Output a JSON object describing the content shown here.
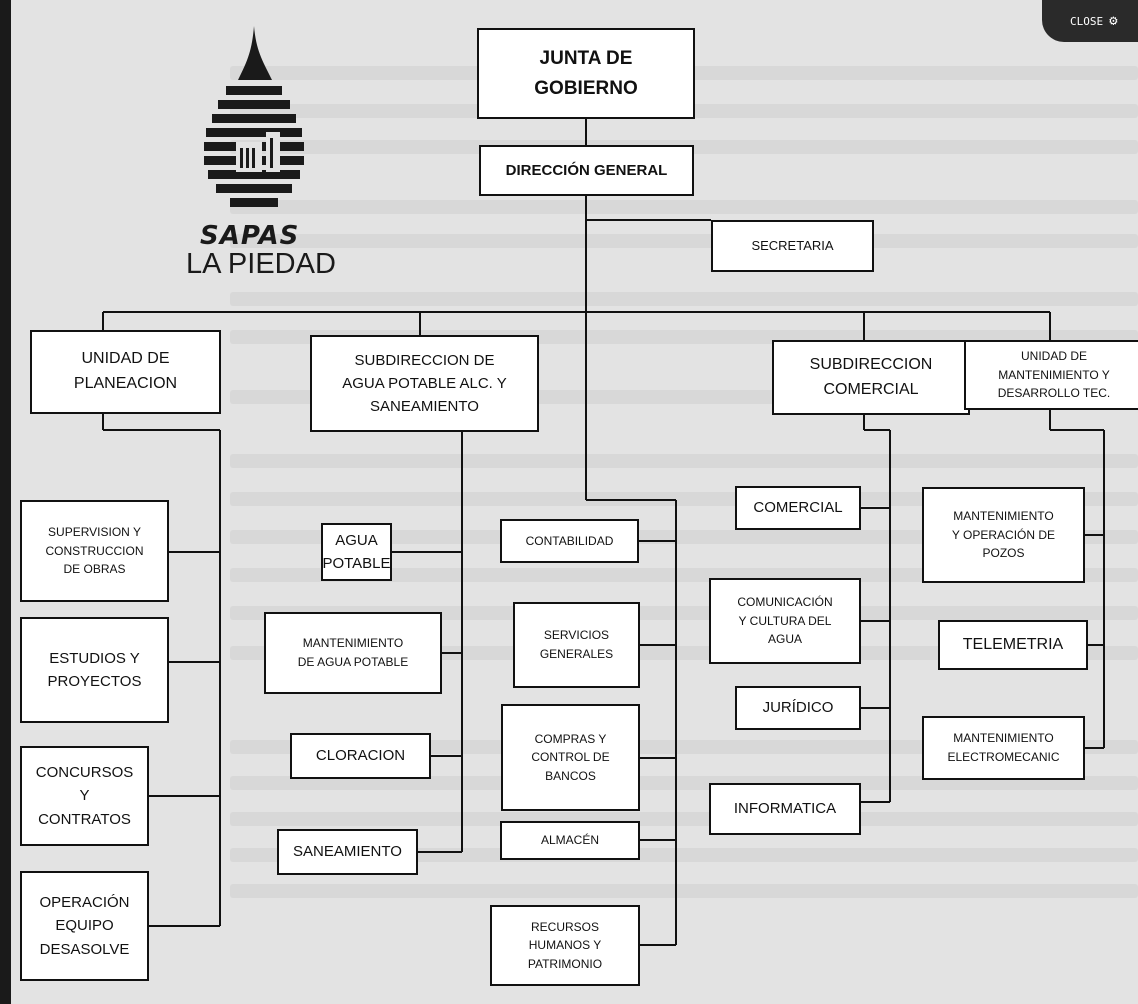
{
  "close_button": {
    "label": "CLOSE",
    "icon": "gear-icon"
  },
  "logo": {
    "brand": "SAPAS",
    "city": "LA PIEDAD"
  },
  "org_chart": {
    "junta": "JUNTA DE\nGOBIERNO",
    "direccion": "DIRECCIÓN GENERAL",
    "secretaria": "SECRETARIA",
    "planeacion": {
      "head": "UNIDAD DE\nPLANEACION",
      "children": [
        "SUPERVISION Y\nCONSTRUCCION\nDE OBRAS",
        "ESTUDIOS Y\nPROYECTOS",
        "CONCURSOS\nY\nCONTRATOS",
        "OPERACIÓN\nEQUIPO\nDESASOLVE"
      ]
    },
    "agua": {
      "head": "SUBDIRECCION DE\nAGUA POTABLE  ALC. Y\nSANEAMIENTO",
      "children": [
        "AGUA\nPOTABLE",
        "MANTENIMIENTO\nDE AGUA POTABLE",
        "CLORACION",
        "SANEAMIENTO"
      ]
    },
    "admin_units": [
      "CONTABILIDAD",
      "SERVICIOS\nGENERALES",
      "COMPRAS  Y\nCONTROL  DE\nBANCOS",
      "ALMACÉN",
      "RECURSOS\nHUMANOS Y\nPATRIMONIO"
    ],
    "comercial": {
      "head": "SUBDIRECCION\nCOMERCIAL",
      "children": [
        "COMERCIAL",
        "COMUNICACIÓN\nY CULTURA  DEL\nAGUA",
        "JURÍDICO",
        "INFORMATICA"
      ]
    },
    "mantenimiento": {
      "head": "UNIDAD DE\nMANTENIMIENTO   Y\nDESARROLLO TEC.",
      "children": [
        "MANTENIMIENTO\nY OPERACIÓN DE\nPOZOS",
        "TELEMETRIA",
        "MANTENIMIENTO\nELECTROMECANIC"
      ]
    }
  }
}
